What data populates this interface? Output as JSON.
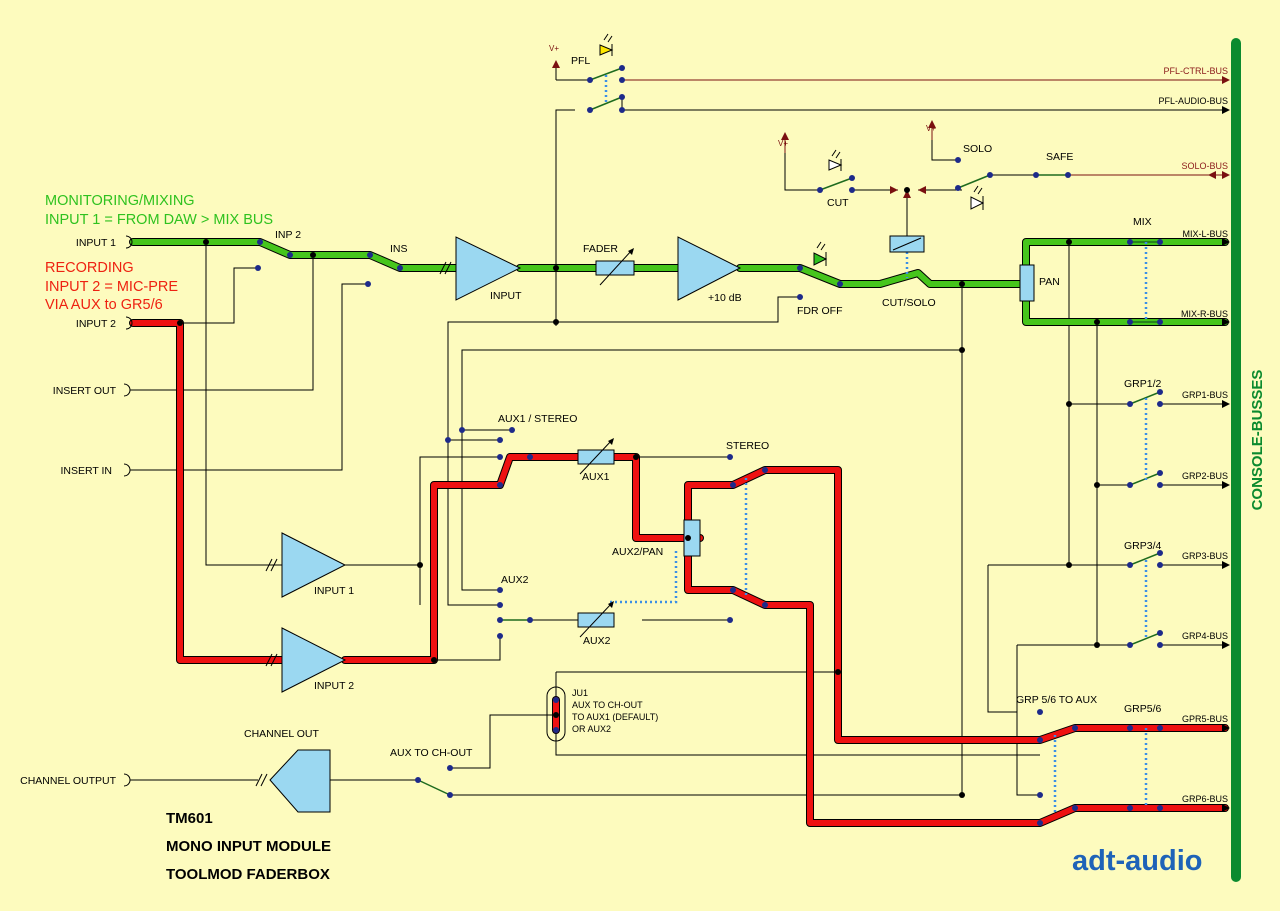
{
  "title": {
    "line1": "TM601",
    "line2": "MONO INPUT MODULE",
    "line3": "TOOLMOD FADERBOX"
  },
  "logo": "adt-audio",
  "busbar_label": "CONSOLE-BUSSES",
  "notes": {
    "monitoring_line1": "MONITORING/MIXING",
    "monitoring_line2": "INPUT 1 = FROM DAW > MIX BUS",
    "recording_line1": "RECORDING",
    "recording_line2": "INPUT 2 = MIC-PRE",
    "recording_line3": "VIA AUX to GR5/6"
  },
  "connectors": {
    "input1": "INPUT 1",
    "input2": "INPUT 2",
    "insert_out": "INSERT OUT",
    "insert_in": "INSERT IN",
    "channel_output": "CHANNEL OUTPUT"
  },
  "blocks": {
    "inp2": "INP 2",
    "ins": "INS",
    "input": "INPUT",
    "fader": "FADER",
    "gain": "+10 dB",
    "fdr_off": "FDR OFF",
    "cut_solo": "CUT/SOLO",
    "pan": "PAN",
    "pfl": "PFL",
    "cut": "CUT",
    "solo": "SOLO",
    "safe": "SAFE",
    "v_plus": "V+",
    "aux1_stereo": "AUX1 / STEREO",
    "aux1": "AUX1",
    "stereo": "STEREO",
    "aux2_pan": "AUX2/PAN",
    "aux2_sel": "AUX2",
    "aux2": "AUX2",
    "input1_amp": "INPUT 1",
    "input2_amp": "INPUT 2",
    "mix": "MIX",
    "grp12": "GRP1/2",
    "grp34": "GRP3/4",
    "grp56": "GRP5/6",
    "grp56_to_aux": "GRP 5/6 TO AUX",
    "channel_out": "CHANNEL OUT",
    "aux_to_chout": "AUX TO CH-OUT",
    "ju1_line1": "JU1",
    "ju1_line2": "AUX TO CH-OUT",
    "ju1_line3": "TO AUX1 (DEFAULT)",
    "ju1_line4": "OR AUX2"
  },
  "busses": {
    "pfl_ctrl": "PFL-CTRL-BUS",
    "pfl_audio": "PFL-AUDIO-BUS",
    "solo": "SOLO-BUS",
    "mix_l": "MIX-L-BUS",
    "mix_r": "MIX-R-BUS",
    "grp1": "GRP1-BUS",
    "grp2": "GRP2-BUS",
    "grp3": "GRP3-BUS",
    "grp4": "GRP4-BUS",
    "grp5": "GPR5-BUS",
    "grp6": "GRP6-BUS"
  },
  "colors": {
    "background": "#fdfbbe",
    "monitor_path": "#46c51c",
    "record_path": "#ee1111",
    "component_fill": "#9bd8f1",
    "busbar": "#0b8a2e",
    "logo": "#1f63b8"
  }
}
